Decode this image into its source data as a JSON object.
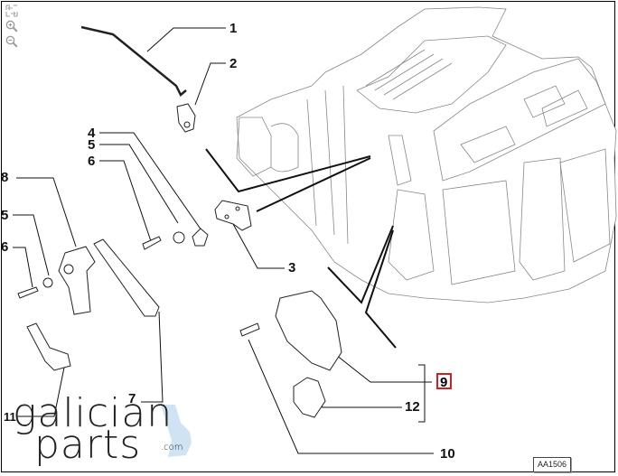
{
  "toolbar": {
    "items": [
      {
        "name": "fit-view",
        "icon": "fit-view-icon"
      },
      {
        "name": "zoom-in",
        "icon": "zoom-in-icon"
      },
      {
        "name": "zoom-out",
        "icon": "zoom-out-icon"
      }
    ]
  },
  "diagram": {
    "title": "Heater / air distribution unit – actuator linkage exploded view",
    "callouts": [
      {
        "id": "1",
        "label": "1"
      },
      {
        "id": "2",
        "label": "2"
      },
      {
        "id": "3",
        "label": "3"
      },
      {
        "id": "4",
        "label": "4"
      },
      {
        "id": "5a",
        "label": "5"
      },
      {
        "id": "6a",
        "label": "6"
      },
      {
        "id": "5b",
        "label": "5"
      },
      {
        "id": "6b",
        "label": "6"
      },
      {
        "id": "7",
        "label": "7"
      },
      {
        "id": "8",
        "label": "8"
      },
      {
        "id": "9",
        "label": "9",
        "highlighted": true
      },
      {
        "id": "10",
        "label": "10"
      },
      {
        "id": "11",
        "label": "11"
      },
      {
        "id": "12",
        "label": "12"
      }
    ],
    "highlight_color": "#d02020",
    "drawing_code": "AA1506"
  },
  "watermark": {
    "line1": "galician",
    "line2": "parts",
    "suffix": ".com",
    "accent_color": "#cfe3f5"
  }
}
